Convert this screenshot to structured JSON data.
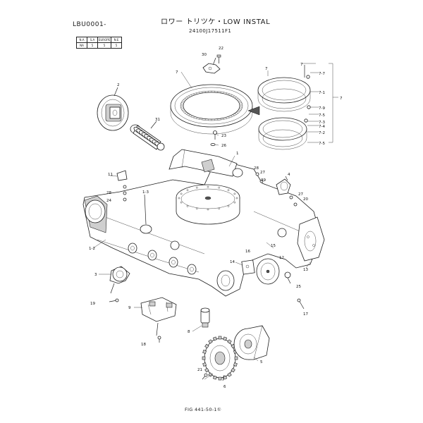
{
  "header": {
    "doc_code": "LBU0001-",
    "title": "ロワー トリツケ・LOW INSTAL",
    "part_number": "24100J17511F1"
  },
  "spec_table": {
    "headers": [
      "N.A",
      "S.A",
      "EUROPE",
      "N.E"
    ],
    "values": [
      "NA",
      "5",
      "5",
      "5"
    ]
  },
  "callouts": {
    "c1": "1",
    "c1_2": "1-2",
    "c1_3": "1-3",
    "c2": "2",
    "c3": "3",
    "c4": "4",
    "c5": "5",
    "c6": "6",
    "c7": "7",
    "c7b": "7",
    "c7_1": "7-1",
    "c7_2": "7-2",
    "c7_3": "7-3",
    "c7_4": "7-4",
    "c7_5": "7-5",
    "c7_5b": "7-5",
    "c7_7": "7-7",
    "c7_9": "7-9",
    "c7_top": "7",
    "c7_mid": "7",
    "c8": "8",
    "c9": "9",
    "c11": "11",
    "c12": "12",
    "c13": "13",
    "c14": "14",
    "c15": "15",
    "c16": "16",
    "c17": "17",
    "c18": "18",
    "c19": "19",
    "c20": "20",
    "c21": "21",
    "c22": "22",
    "c23": "23",
    "c24": "24",
    "c25": "25",
    "c26": "26",
    "c27a": "27",
    "c27b": "27",
    "c28a": "28",
    "c28b": "28",
    "c29": "29",
    "c30": "30",
    "c31": "31"
  },
  "footer": {
    "figure_ref": "FIG 441-50-1①"
  }
}
